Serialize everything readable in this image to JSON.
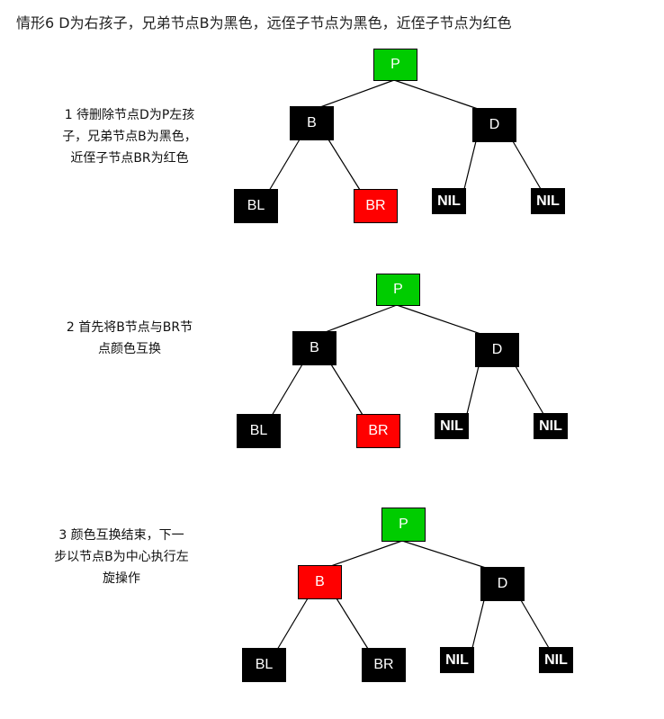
{
  "title": "情形6 D为右孩子，兄弟节点B为黑色，远侄子节点为黑色，近侄子节点为红色",
  "colors": {
    "black": "#000000",
    "red": "#ff0000",
    "green": "#00cc00"
  },
  "steps": [
    {
      "lines": [
        "1 待删除节点D为P左孩",
        "子，兄弟节点B为黑色，",
        "近侄子节点BR为红色"
      ],
      "nodes": {
        "p": {
          "label": "P",
          "color": "green"
        },
        "b": {
          "label": "B",
          "color": "black"
        },
        "d": {
          "label": "D",
          "color": "black"
        },
        "bl": {
          "label": "BL",
          "color": "black"
        },
        "br": {
          "label": "BR",
          "color": "red"
        },
        "nil1": {
          "label": "NIL",
          "color": "black"
        },
        "nil2": {
          "label": "NIL",
          "color": "black"
        }
      }
    },
    {
      "lines": [
        "2 首先将B节点与BR节",
        "点颜色互换"
      ],
      "nodes": {
        "p": {
          "label": "P",
          "color": "green"
        },
        "b": {
          "label": "B",
          "color": "black"
        },
        "d": {
          "label": "D",
          "color": "black"
        },
        "bl": {
          "label": "BL",
          "color": "black"
        },
        "br": {
          "label": "BR",
          "color": "red"
        },
        "nil1": {
          "label": "NIL",
          "color": "black"
        },
        "nil2": {
          "label": "NIL",
          "color": "black"
        }
      }
    },
    {
      "lines": [
        "3 颜色互换结束，下一",
        "步以节点B为中心执行左",
        "旋操作"
      ],
      "nodes": {
        "p": {
          "label": "P",
          "color": "green"
        },
        "b": {
          "label": "B",
          "color": "red"
        },
        "d": {
          "label": "D",
          "color": "black"
        },
        "bl": {
          "label": "BL",
          "color": "black"
        },
        "br": {
          "label": "BR",
          "color": "black"
        },
        "nil1": {
          "label": "NIL",
          "color": "black"
        },
        "nil2": {
          "label": "NIL",
          "color": "black"
        }
      }
    }
  ]
}
